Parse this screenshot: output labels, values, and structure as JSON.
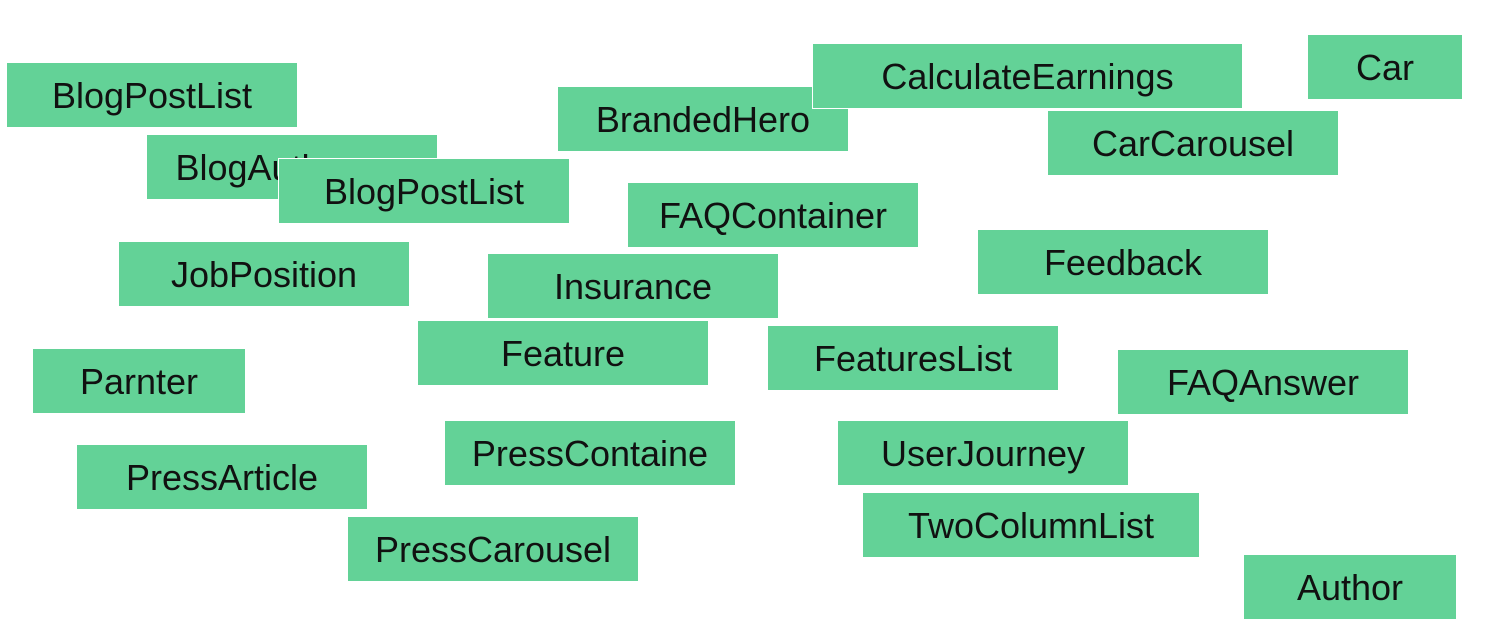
{
  "palette": {
    "box_fill": "#63d297",
    "text": "#111111",
    "background": "#ffffff"
  },
  "components": [
    {
      "id": "blog-post-list",
      "label": "BlogPostList"
    },
    {
      "id": "blog-author",
      "label": "BlogAuthor"
    },
    {
      "id": "blog-post-list-2",
      "label": "BlogPostList"
    },
    {
      "id": "job-position",
      "label": "JobPosition"
    },
    {
      "id": "parnter",
      "label": "Parnter"
    },
    {
      "id": "press-article",
      "label": "PressArticle"
    },
    {
      "id": "press-carousel",
      "label": "PressCarousel"
    },
    {
      "id": "press-containe",
      "label": "PressContaine"
    },
    {
      "id": "feature",
      "label": "Feature"
    },
    {
      "id": "insurance",
      "label": "Insurance"
    },
    {
      "id": "branded-hero",
      "label": "BrandedHero"
    },
    {
      "id": "faq-container",
      "label": "FAQContainer"
    },
    {
      "id": "calculate-earnings",
      "label": "CalculateEarnings"
    },
    {
      "id": "car",
      "label": "Car"
    },
    {
      "id": "car-carousel",
      "label": "CarCarousel"
    },
    {
      "id": "feedback",
      "label": "Feedback"
    },
    {
      "id": "features-list",
      "label": "FeaturesList"
    },
    {
      "id": "faq-answer",
      "label": "FAQAnswer"
    },
    {
      "id": "user-journey",
      "label": "UserJourney"
    },
    {
      "id": "two-column-list",
      "label": "TwoColumnList"
    },
    {
      "id": "author",
      "label": "Author"
    }
  ]
}
